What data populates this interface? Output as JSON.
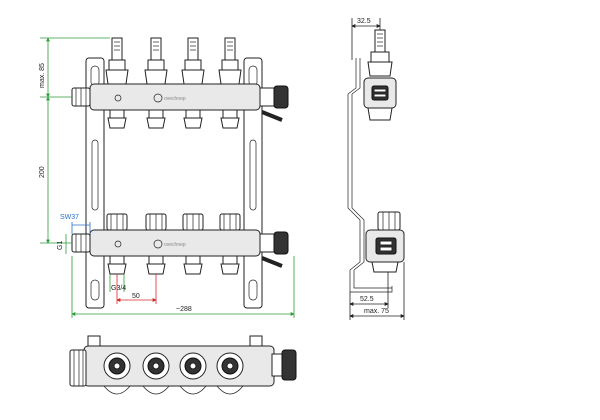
{
  "dimensions": {
    "max_85": "max. 85",
    "d200": "200",
    "sw37": "SW37",
    "g1": "G1",
    "g34": "G3/4",
    "d50": "50",
    "d288": "~288",
    "d325": "32.5",
    "d525": "52.5",
    "max_75": "max. 75"
  },
  "brand": "ovechnep",
  "outlets": 4,
  "colors": {
    "green_dim": "#2e9d3a",
    "red_dim": "#d9262c",
    "blue_dim": "#2a73c9"
  }
}
